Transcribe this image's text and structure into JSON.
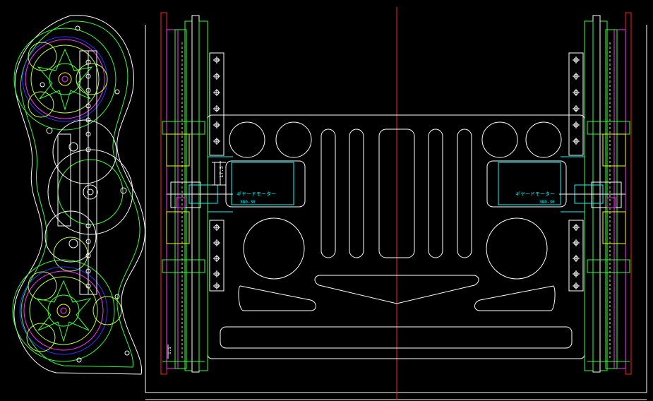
{
  "colors": {
    "background": "#000000",
    "outline": "#ffffff",
    "centerline": "#ff2020",
    "gear": "#33ff33",
    "gear_alt": "#b8ff40",
    "bracket": "#ffff00",
    "motor": "#00ffff",
    "wheel_blue": "#3333ff",
    "wheel_magenta": "#ff33ff"
  },
  "annotations": {
    "motor_left_name": "ギヤードモーター",
    "motor_left_model": "380-30",
    "motor_right_name": "ギヤードモーター",
    "motor_right_model": "380-30",
    "dimension_vertical": "17.5",
    "dimension_small": "1.5"
  }
}
